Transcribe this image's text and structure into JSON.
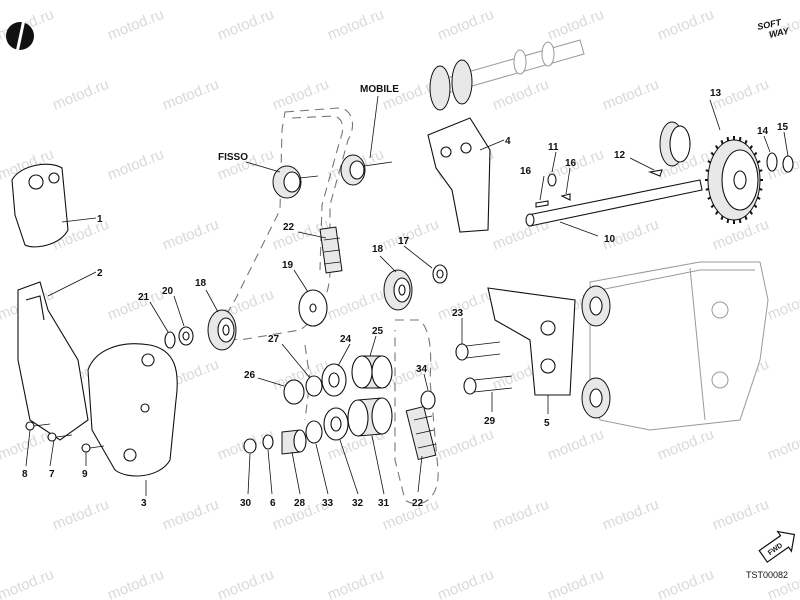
{
  "brand": {
    "logo_text": "SOFT WAY",
    "watermark_text": "motod.ru"
  },
  "code": "TST00082",
  "fwd_label": "FWD",
  "callouts": [
    {
      "id": "c1",
      "text": "1"
    },
    {
      "id": "c2",
      "text": "2"
    },
    {
      "id": "c3",
      "text": "3"
    },
    {
      "id": "c4",
      "text": "4"
    },
    {
      "id": "c5",
      "text": "5"
    },
    {
      "id": "c6",
      "text": "6"
    },
    {
      "id": "c7",
      "text": "7"
    },
    {
      "id": "c8",
      "text": "8"
    },
    {
      "id": "c9",
      "text": "9"
    },
    {
      "id": "c10",
      "text": "10"
    },
    {
      "id": "c11",
      "text": "11"
    },
    {
      "id": "c12",
      "text": "12"
    },
    {
      "id": "c13",
      "text": "13"
    },
    {
      "id": "c14",
      "text": "14"
    },
    {
      "id": "c15",
      "text": "15"
    },
    {
      "id": "c16a",
      "text": "16"
    },
    {
      "id": "c16b",
      "text": "16"
    },
    {
      "id": "c17",
      "text": "17"
    },
    {
      "id": "c18a",
      "text": "18"
    },
    {
      "id": "c18b",
      "text": "18"
    },
    {
      "id": "c19",
      "text": "19"
    },
    {
      "id": "c20",
      "text": "20"
    },
    {
      "id": "c21",
      "text": "21"
    },
    {
      "id": "c22a",
      "text": "22"
    },
    {
      "id": "c22b",
      "text": "22"
    },
    {
      "id": "c23",
      "text": "23"
    },
    {
      "id": "c24",
      "text": "24"
    },
    {
      "id": "c25",
      "text": "25"
    },
    {
      "id": "c26",
      "text": "26"
    },
    {
      "id": "c27",
      "text": "27"
    },
    {
      "id": "c28",
      "text": "28"
    },
    {
      "id": "c29",
      "text": "29"
    },
    {
      "id": "c30",
      "text": "30"
    },
    {
      "id": "c31",
      "text": "31"
    },
    {
      "id": "c32",
      "text": "32"
    },
    {
      "id": "c33",
      "text": "33"
    },
    {
      "id": "c34",
      "text": "34"
    },
    {
      "id": "mobile",
      "text": "MOBILE"
    },
    {
      "id": "fisso",
      "text": "FISSO"
    }
  ]
}
